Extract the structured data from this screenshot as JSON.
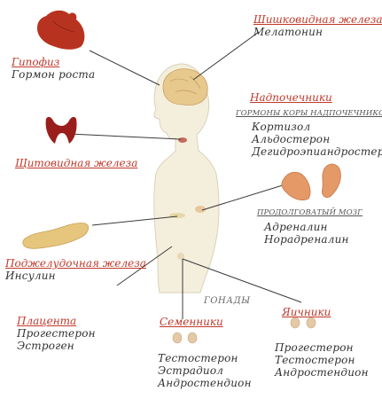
{
  "labels": {
    "pineal": {
      "title": "Шишковидная железа",
      "hormones": [
        "Мелатонин"
      ]
    },
    "pituitary": {
      "title": "Гипофиз",
      "hormones": [
        "Гормон роста"
      ]
    },
    "adrenal": {
      "title": "Надпочечники",
      "cortex_subtitle": "ГОРМОНЫ КОРЫ НАДПОЧЕЧНИКОВ",
      "cortex_hormones": [
        "Кортизол",
        "Альдостерон",
        "Дегидроэпиандростерон"
      ],
      "medulla_subtitle": "ПРОДОЛГОВАТЫЙ МОЗГ",
      "medulla_hormones": [
        "Адреналин",
        "Норадреналин"
      ]
    },
    "thyroid": {
      "title": "Щитовидная железа"
    },
    "pancreas": {
      "title": "Поджелудочная железа",
      "hormones": [
        "Инсулин"
      ]
    },
    "gonads": {
      "title": "ГОНАДЫ"
    },
    "placenta": {
      "title": "Плацента",
      "hormones": [
        "Прогестерон",
        "Эстроген"
      ]
    },
    "testes": {
      "title": "Семенники",
      "hormones": [
        "Тестостерон",
        "Эстрадиол",
        "Андростендион"
      ]
    },
    "ovaries": {
      "title": "Яичники",
      "hormones": [
        "Прогестерон",
        "Тестостерон",
        "Андростендион"
      ]
    }
  },
  "colors": {
    "title": "#c0392b",
    "body_fill": "#f4efdc",
    "body_stroke": "#d9d2ba",
    "leader_line": "#3a3a3a"
  }
}
